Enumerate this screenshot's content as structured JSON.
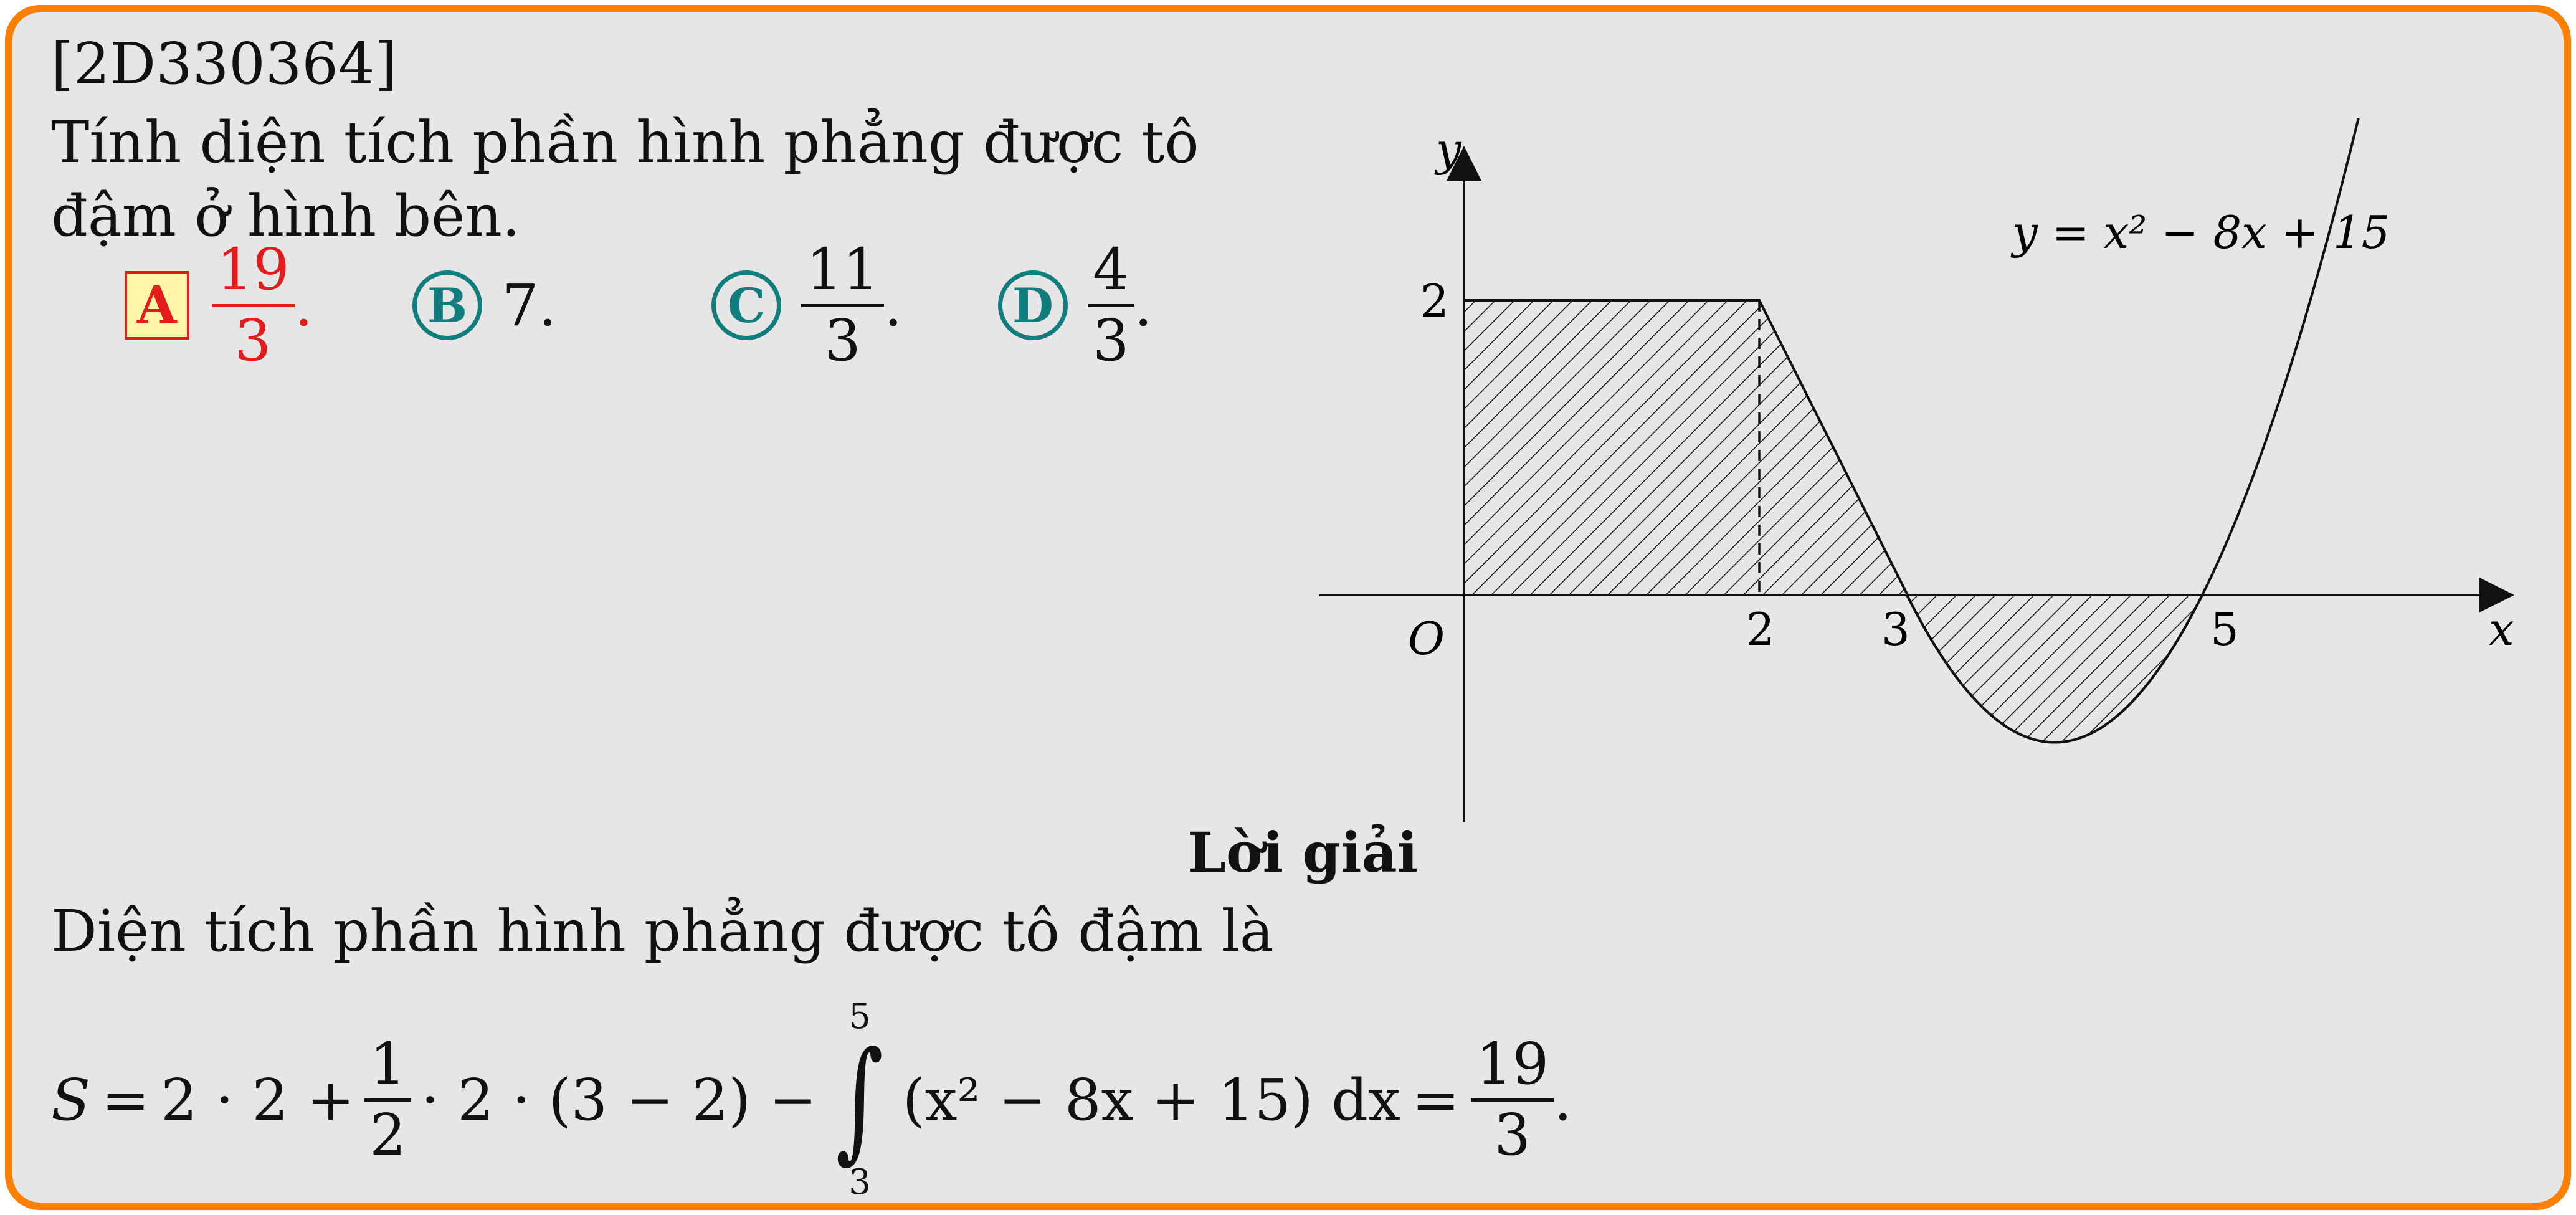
{
  "problem": {
    "code": "[2D330364]",
    "question": "Tính diện tích phần hình phẳng được tô đậm ở hình bên.",
    "choices": [
      {
        "letter": "A",
        "numerator": "19",
        "denominator": "3",
        "selected": true
      },
      {
        "letter": "B",
        "value": "7"
      },
      {
        "letter": "C",
        "numerator": "11",
        "denominator": "3"
      },
      {
        "letter": "D",
        "numerator": "4",
        "denominator": "3"
      }
    ],
    "punct": "."
  },
  "graph": {
    "y_label": "y",
    "x_label": "x",
    "origin_label": "O",
    "y_tick": "2",
    "x_ticks": [
      "2",
      "3",
      "5"
    ],
    "curve_label": "y = x² − 8x + 15"
  },
  "solution": {
    "title": "Lời giải",
    "text": "Diện tích phần hình phẳng được tô đậm là",
    "formula": {
      "lhs": "S",
      "eq": "=",
      "part1": "2 · 2 +",
      "half_num": "1",
      "half_den": "2",
      "part2": "· 2 · (3 − 2) −",
      "upper": "5",
      "lower": "3",
      "integrand": "(x² − 8x + 15) dx",
      "result_num": "19",
      "result_den": "3"
    }
  },
  "colors": {
    "border": "#ff8000",
    "background": "#e6e6e6",
    "badge": "#127d7d",
    "correct": "#e31b1b",
    "correct_fill": "#fff6a8"
  }
}
